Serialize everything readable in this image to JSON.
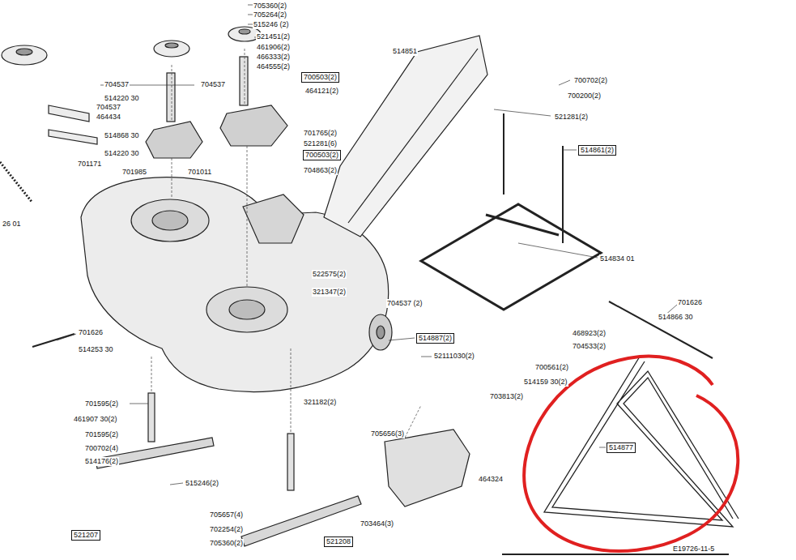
{
  "diagram": {
    "nodes": [
      {
        "text": [
          "700503(2)"
        ]
      },
      {
        "text": [
          "700503(2)"
        ]
      },
      {
        "text": [
          "514861(2)"
        ]
      },
      {
        "text": [
          "514887(2)"
        ]
      },
      {
        "text": [
          "514877"
        ]
      },
      {
        "text": [
          "521207"
        ]
      },
      {
        "text": [
          "521208"
        ]
      }
    ],
    "labels": [
      "705360(2)",
      "705264(2)",
      "515246 (2)",
      "521451(2)",
      "461906(2)",
      "466333(2)",
      "464555(2)",
      "464121(2)",
      "704537",
      "704537",
      "514220 30",
      "704537",
      "464434",
      "514868 30",
      "514220 30",
      "701171",
      "701985",
      "701011",
      "701765(2)",
      "521281(6)",
      "704863(2)",
      "514851",
      "700702(2)",
      "700200(2)",
      "521281(2)",
      "26 01",
      "514834 01",
      "522575(2)",
      "321347(2)",
      "704537 (2)",
      "52111030(2)",
      "468923(2)",
      "704533(2)",
      "700561(2)",
      "514159 30(2)",
      "703813(2)",
      "701626",
      "514866 30",
      "701626",
      "514253 30",
      "321182(2)",
      "701595(2)",
      "461907 30(2)",
      "701595(2)",
      "700702(4)",
      "514176(2)",
      "515246(2)",
      "705657(4)",
      "702254(2)",
      "705360(2)",
      "705656(3)",
      "464324",
      "703464(3)",
      "E19726-11-5"
    ]
  }
}
